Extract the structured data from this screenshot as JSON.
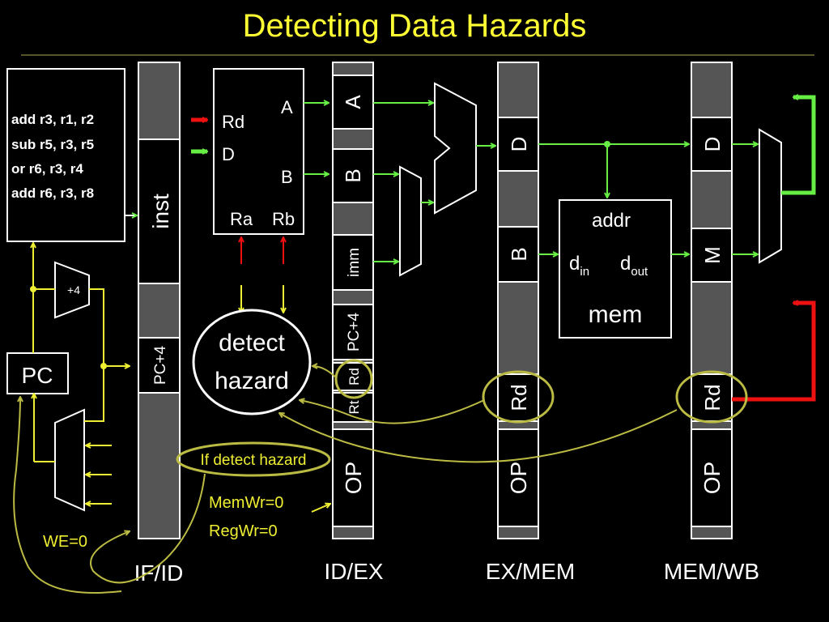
{
  "title": "Detecting Data Hazards",
  "instructions": [
    "add r3, r1, r2",
    "sub r5, r3, r5",
    "or r6, r3, r4",
    "add r6, r3, r8"
  ],
  "adder_label": "+4",
  "pc_label": "PC",
  "if_id": {
    "inst": "inst",
    "pc4": "PC+4",
    "stage": "IF/ID"
  },
  "regfile": {
    "rd": "Rd",
    "d": "D",
    "a": "A",
    "b": "B",
    "ra": "Ra",
    "rb": "Rb"
  },
  "detect": {
    "line1": "detect",
    "line2": "hazard"
  },
  "id_ex": {
    "a": "A",
    "b": "B",
    "imm": "imm",
    "pc4": "PC+4",
    "rd": "Rd",
    "rt": "Rt",
    "op": "OP",
    "stage": "ID/EX"
  },
  "ex_mem": {
    "d": "D",
    "b": "B",
    "rd": "Rd",
    "op": "OP",
    "stage": "EX/MEM"
  },
  "mem": {
    "addr": "addr",
    "din_main": "d",
    "din_sub": "in",
    "dout_main": "d",
    "dout_sub": "out",
    "label": "mem"
  },
  "mem_wb": {
    "d": "D",
    "m": "M",
    "rd": "Rd",
    "op": "OP",
    "stage": "MEM/WB"
  },
  "annotations": {
    "if_detect": "If detect hazard",
    "memwr": "MemWr=0",
    "regwr": "RegWr=0",
    "we": "WE=0"
  },
  "colors": {
    "title": "#ffff33",
    "wire_green": "#66ee44",
    "wire_yellow": "#eeee33",
    "wire_red": "#ee1111",
    "annotation": "#bbbb44",
    "register_gray": "#555555"
  }
}
